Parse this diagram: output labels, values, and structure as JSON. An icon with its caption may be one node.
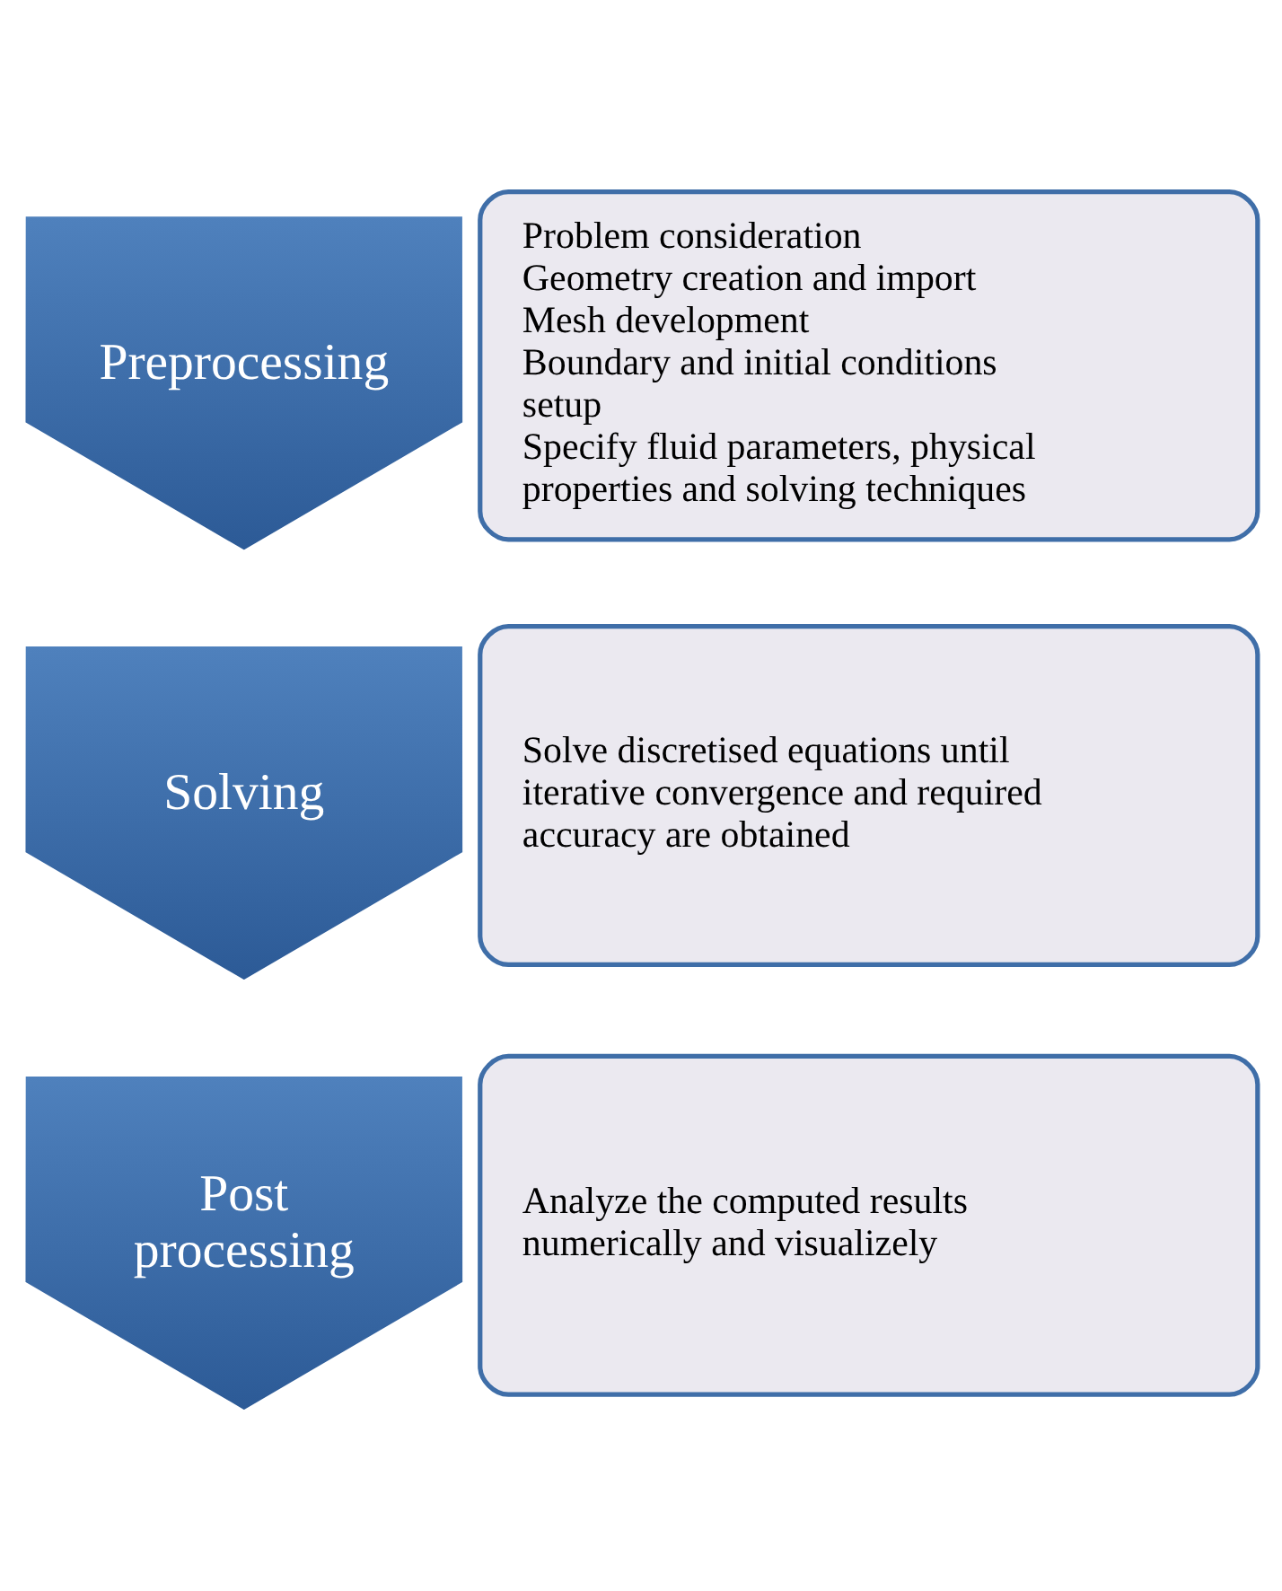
{
  "diagram": {
    "nodes": [
      {
        "text": [
          "Preprocessing"
        ]
      },
      {
        "text": [
          "Problem consideration",
          "Geometry creation and import",
          "Mesh development",
          "Boundary and initial conditions setup",
          "Specify fluid parameters, physical properties and solving techniques"
        ]
      },
      {
        "text": [
          "Solving"
        ]
      },
      {
        "text": [
          "Solve discretised equations until iterative convergence and required accuracy are obtained"
        ]
      },
      {
        "text": [
          "Post processing"
        ]
      },
      {
        "text": [
          "Analyze the computed results numerically and visualizely"
        ]
      }
    ]
  }
}
